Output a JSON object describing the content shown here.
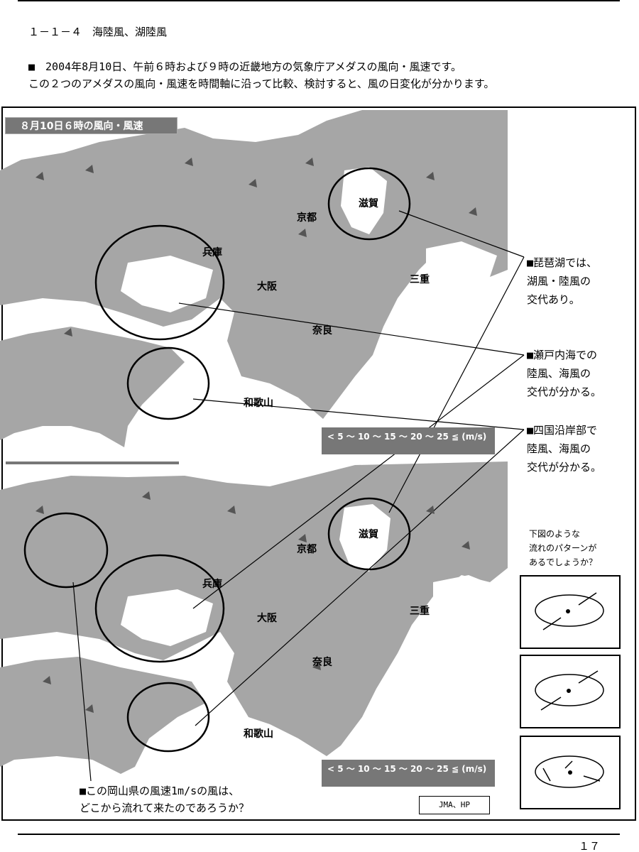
{
  "section_title": "１－１－４　海陸風、湖陸風",
  "intro_line1": "■　2004年8月10日、午前６時および９時の近畿地方の気象庁アメダスの風向・風速です。",
  "intro_line2": "この２つのアメダスの風向・風速を時間軸に沿って比較、検討すると、風の日変化が分かります。",
  "map_top": {
    "title": "８月10日６時の風向・風速",
    "legend": "< 5 ～ 10 ～ 15 ～ 20 ～ 25 ≦ (m/s)"
  },
  "map_bottom": {
    "legend": "< 5 ～ 10 ～ 15 ～ 20 ～ 25 ≦ (m/s)"
  },
  "places": {
    "kyoto": "京都",
    "shiga": "滋賀",
    "hyogo": "兵庫",
    "osaka": "大阪",
    "mie": "三重",
    "nara": "奈良",
    "wakayama": "和歌山"
  },
  "notes": {
    "biwa": [
      "■琵琶湖では、",
      "湖風・陸風の",
      "交代あり。"
    ],
    "seto": [
      "■瀬戸内海での",
      "陸風、海風の",
      "交代が分かる。"
    ],
    "shikoku": [
      "■四国沿岸部で",
      "陸風、海風の",
      "交代が分かる。"
    ],
    "question": [
      "下図のような",
      "流れのパターンが",
      "あるでしょうか？"
    ],
    "okayama": [
      "■この岡山県の風速1m/sの風は、",
      "どこから流れて来たのであろうか？"
    ]
  },
  "source": "JMA、HP",
  "page_number": "１７",
  "colors": {
    "land": "#a6a6a6",
    "sea": "#ffffff",
    "panel": "#777777"
  }
}
